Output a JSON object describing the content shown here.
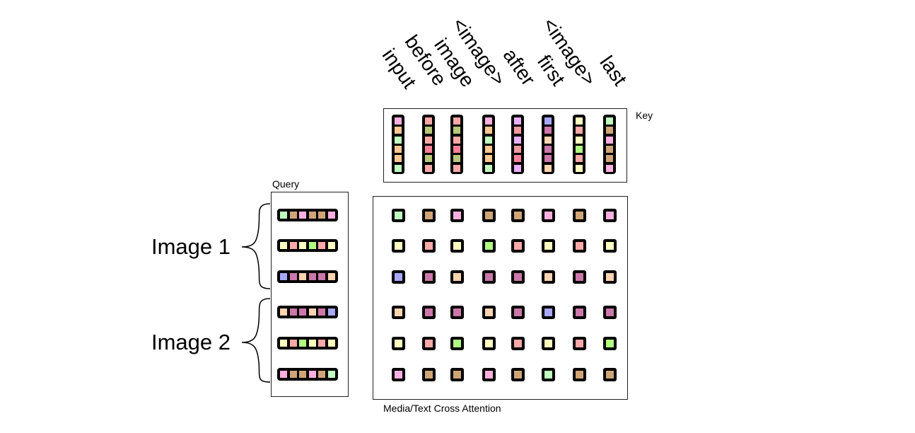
{
  "labels": {
    "key": "Key",
    "query": "Query",
    "attention": "Media/Text Cross Attention",
    "image1": "Image 1",
    "image2": "Image 2"
  },
  "columns": [
    "input",
    "before",
    "image",
    "<image>",
    "after",
    "first",
    "<image>",
    "last"
  ],
  "colors": {
    "G": "#c0ffc0",
    "B": "#cfa577",
    "P": "#ffb0e0",
    "Y": "#ffffc0",
    "R": "#ffa8a8",
    "L": "#b0ff80",
    "V": "#a8a8ff",
    "M": "#cc77aa",
    "O": "#ffd4b0",
    "K": "#ffc890",
    "D": "#b8c878",
    "H": "#ff8098",
    "I": "#e8b0ff",
    "S": "#f09aa0"
  },
  "key": [
    [
      "P",
      "K",
      "G",
      "K",
      "K",
      "G"
    ],
    [
      "R",
      "D",
      "R",
      "H",
      "D",
      "R"
    ],
    [
      "R",
      "D",
      "R",
      "H",
      "D",
      "R"
    ],
    [
      "P",
      "K",
      "G",
      "K",
      "K",
      "G"
    ],
    [
      "I",
      "S",
      "I",
      "S",
      "H",
      "I"
    ],
    [
      "V",
      "M",
      "O",
      "M",
      "M",
      "O"
    ],
    [
      "Y",
      "R",
      "Y",
      "L",
      "R",
      "Y"
    ],
    [
      "G",
      "B",
      "P",
      "B",
      "B",
      "P"
    ]
  ],
  "query": [
    [
      "G",
      "B",
      "P",
      "B",
      "B",
      "P"
    ],
    [
      "Y",
      "R",
      "Y",
      "L",
      "R",
      "Y"
    ],
    [
      "V",
      "M",
      "O",
      "M",
      "M",
      "O"
    ],
    [
      "O",
      "M",
      "M",
      "O",
      "M",
      "V"
    ],
    [
      "Y",
      "R",
      "L",
      "Y",
      "R",
      "Y"
    ],
    [
      "P",
      "B",
      "B",
      "P",
      "B",
      "G"
    ]
  ],
  "attention": [
    [
      "G",
      "B",
      "P",
      "B",
      "B",
      "P",
      "B",
      "P"
    ],
    [
      "Y",
      "R",
      "Y",
      "L",
      "R",
      "Y",
      "R",
      "Y"
    ],
    [
      "V",
      "M",
      "O",
      "M",
      "M",
      "O",
      "M",
      "O"
    ],
    [
      "O",
      "M",
      "M",
      "O",
      "M",
      "V",
      "M",
      "M"
    ],
    [
      "Y",
      "R",
      "L",
      "Y",
      "R",
      "Y",
      "R",
      "L"
    ],
    [
      "P",
      "B",
      "B",
      "P",
      "B",
      "G",
      "B",
      "B"
    ]
  ]
}
